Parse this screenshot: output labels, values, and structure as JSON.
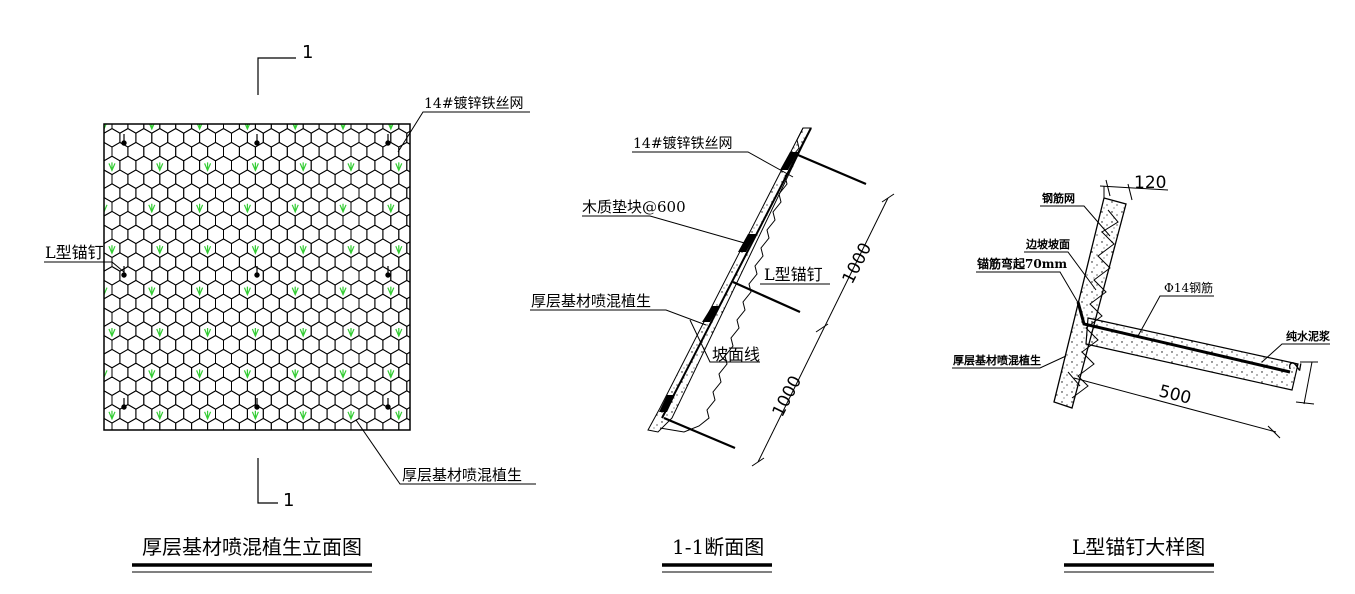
{
  "elevation": {
    "section_mark_top": "1",
    "section_mark_bottom": "1",
    "label_mesh": "14#镀锌铁丝网",
    "label_anchor": "L型锚钉",
    "label_material": "厚层基材喷混植生",
    "title": "厚层基材喷混植生立面图"
  },
  "section": {
    "label_mesh": "14#镀锌铁丝网",
    "label_pad": "木质垫块@600",
    "label_anchor": "L型锚钉",
    "label_material": "厚层基材喷混植生",
    "label_slope_line": "坡面线",
    "dim_upper": "1000",
    "dim_lower": "1000",
    "title": "1-1断面图"
  },
  "detail": {
    "dim_thickness": "120",
    "label_rebar_mesh": "钢筋网",
    "label_slope_face": "边坡坡面",
    "label_bend": "锚筋弯起70mm",
    "label_rebar": "Φ14钢筋",
    "label_cement": "纯水泥浆",
    "label_material": "厚层基材喷混植生",
    "dim_length": "500",
    "dim_small": "2",
    "title": "L型锚钉大样图"
  },
  "colors": {
    "line": "#000000",
    "grass": "#33cc33"
  }
}
